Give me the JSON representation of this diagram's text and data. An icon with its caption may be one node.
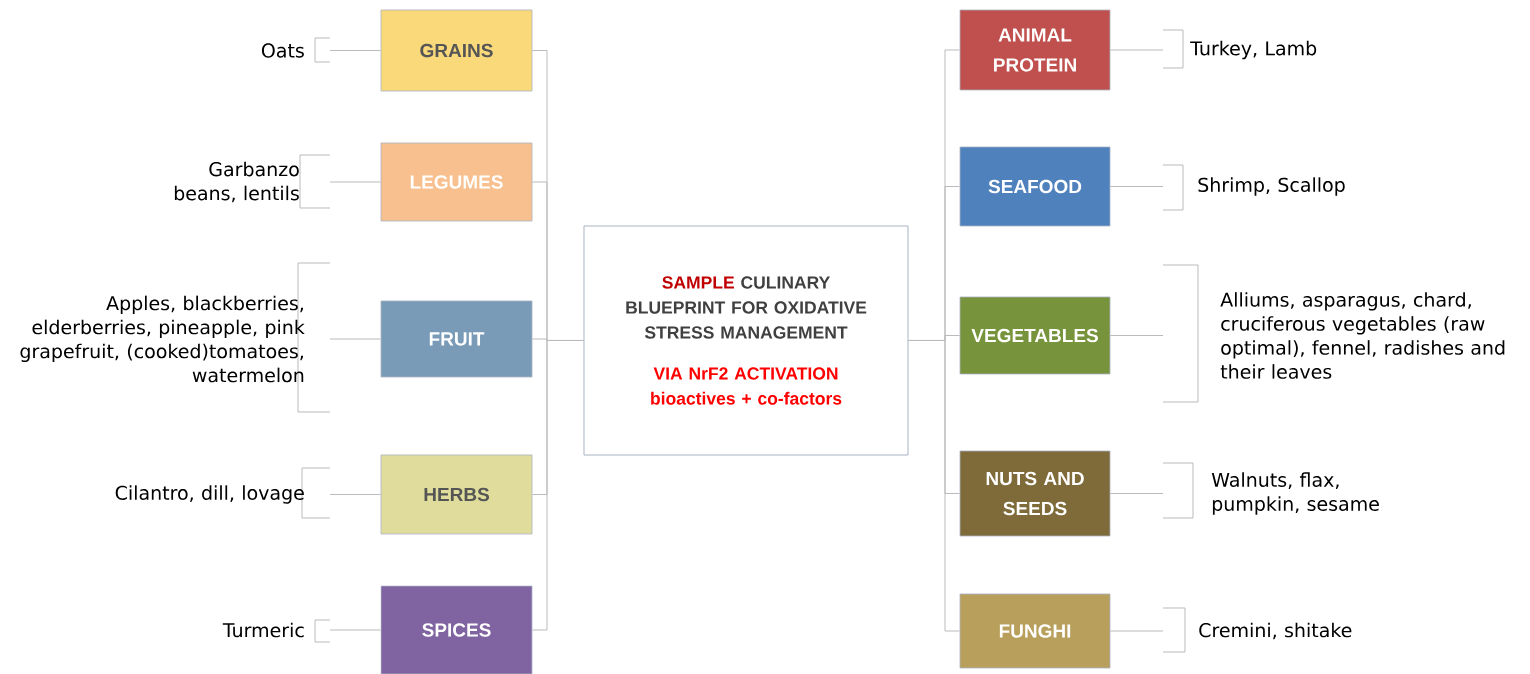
{
  "diagram": {
    "nodes": [
      {
        "text": [
          "SAMPLE",
          "CULINARY BLUEPRINT FOR OXIDATIVE STRESS MANAGEMENT",
          "VIA NrF2 ACTIVATION",
          "bioactives + co-factors"
        ]
      },
      {
        "text": [
          "GRAINS"
        ]
      },
      {
        "text": [
          "LEGUMES"
        ]
      },
      {
        "text": [
          "FRUIT"
        ]
      },
      {
        "text": [
          "HERBS"
        ]
      },
      {
        "text": [
          "SPICES"
        ]
      },
      {
        "text": [
          "Oats"
        ]
      },
      {
        "text": [
          "Garbanzo beans, lentils"
        ]
      },
      {
        "text": [
          "Apples, blackberries, elderberries, pineapple, pink grapefruit, (cooked)tomatoes, watermelon"
        ]
      },
      {
        "text": [
          "Cilantro, dill, lovage"
        ]
      },
      {
        "text": [
          "Turmeric"
        ]
      },
      {
        "text": [
          "ANIMAL PROTEIN"
        ]
      },
      {
        "text": [
          "SEAFOOD"
        ]
      },
      {
        "text": [
          "VEGETABLES"
        ]
      },
      {
        "text": [
          "NUTS AND SEEDS"
        ]
      },
      {
        "text": [
          "FUNGHI"
        ]
      },
      {
        "text": [
          "Turkey, Lamb"
        ]
      },
      {
        "text": [
          "Shrimp, Scallop"
        ]
      },
      {
        "text": [
          "Alliums, asparagus, chard, cruciferous vegetables (raw optimal), fennel, radishes and their leaves"
        ]
      },
      {
        "text": [
          "Walnuts, flax, pumpkin, sesame"
        ]
      },
      {
        "text": [
          "Cremini, shitake"
        ]
      }
    ],
    "edges": [
      {
        "from": 0,
        "to": 1,
        "arrow": "none"
      },
      {
        "from": 0,
        "to": 2,
        "arrow": "none"
      },
      {
        "from": 0,
        "to": 3,
        "arrow": "none"
      },
      {
        "from": 0,
        "to": 4,
        "arrow": "none"
      },
      {
        "from": 0,
        "to": 5,
        "arrow": "none"
      },
      {
        "from": 1,
        "to": 6,
        "arrow": "none"
      },
      {
        "from": 2,
        "to": 7,
        "arrow": "none"
      },
      {
        "from": 3,
        "to": 8,
        "arrow": "none"
      },
      {
        "from": 4,
        "to": 9,
        "arrow": "none"
      },
      {
        "from": 5,
        "to": 10,
        "arrow": "none"
      },
      {
        "from": 0,
        "to": 11,
        "arrow": "none"
      },
      {
        "from": 0,
        "to": 12,
        "arrow": "none"
      },
      {
        "from": 0,
        "to": 13,
        "arrow": "none"
      },
      {
        "from": 0,
        "to": 14,
        "arrow": "none"
      },
      {
        "from": 0,
        "to": 15,
        "arrow": "none"
      },
      {
        "from": 11,
        "to": 16,
        "arrow": "none"
      },
      {
        "from": 12,
        "to": 17,
        "arrow": "none"
      },
      {
        "from": 13,
        "to": 18,
        "arrow": "none"
      },
      {
        "from": 14,
        "to": 19,
        "arrow": "none"
      },
      {
        "from": 15,
        "to": 20,
        "arrow": "none"
      }
    ]
  }
}
